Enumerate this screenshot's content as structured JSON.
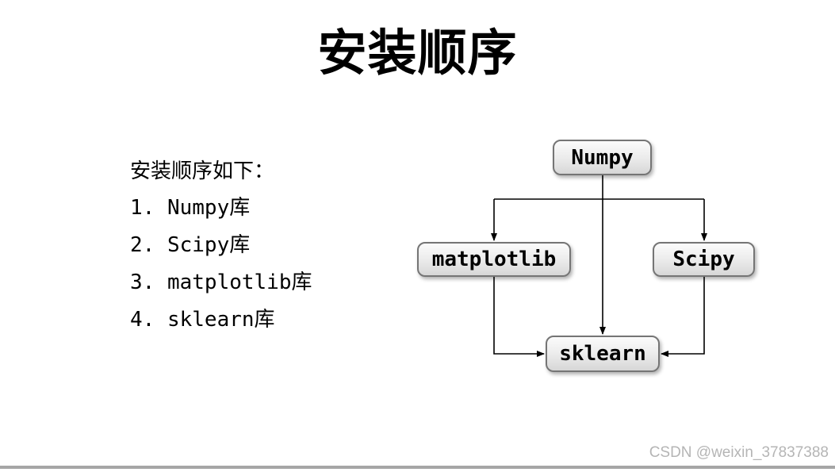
{
  "slide": {
    "title": "安装顺序"
  },
  "list": {
    "intro": "安装顺序如下：",
    "items": [
      "1. Numpy库",
      "2. Scipy库",
      "3. matplotlib库",
      "4. sklearn库"
    ]
  },
  "diagram": {
    "nodes": {
      "numpy": "Numpy",
      "matplotlib": "matplotlib",
      "scipy": "Scipy",
      "sklearn": "sklearn"
    },
    "edges": [
      "Numpy -> matplotlib",
      "Numpy -> Scipy",
      "Numpy -> sklearn",
      "matplotlib -> sklearn",
      "Scipy -> sklearn"
    ],
    "node_fill_top": "#fbfbfb",
    "node_fill_bottom": "#d7d7d7",
    "node_border_color": "#757575",
    "connector_color": "#000000"
  },
  "footer": {
    "watermark": "CSDN @weixin_37837388"
  }
}
